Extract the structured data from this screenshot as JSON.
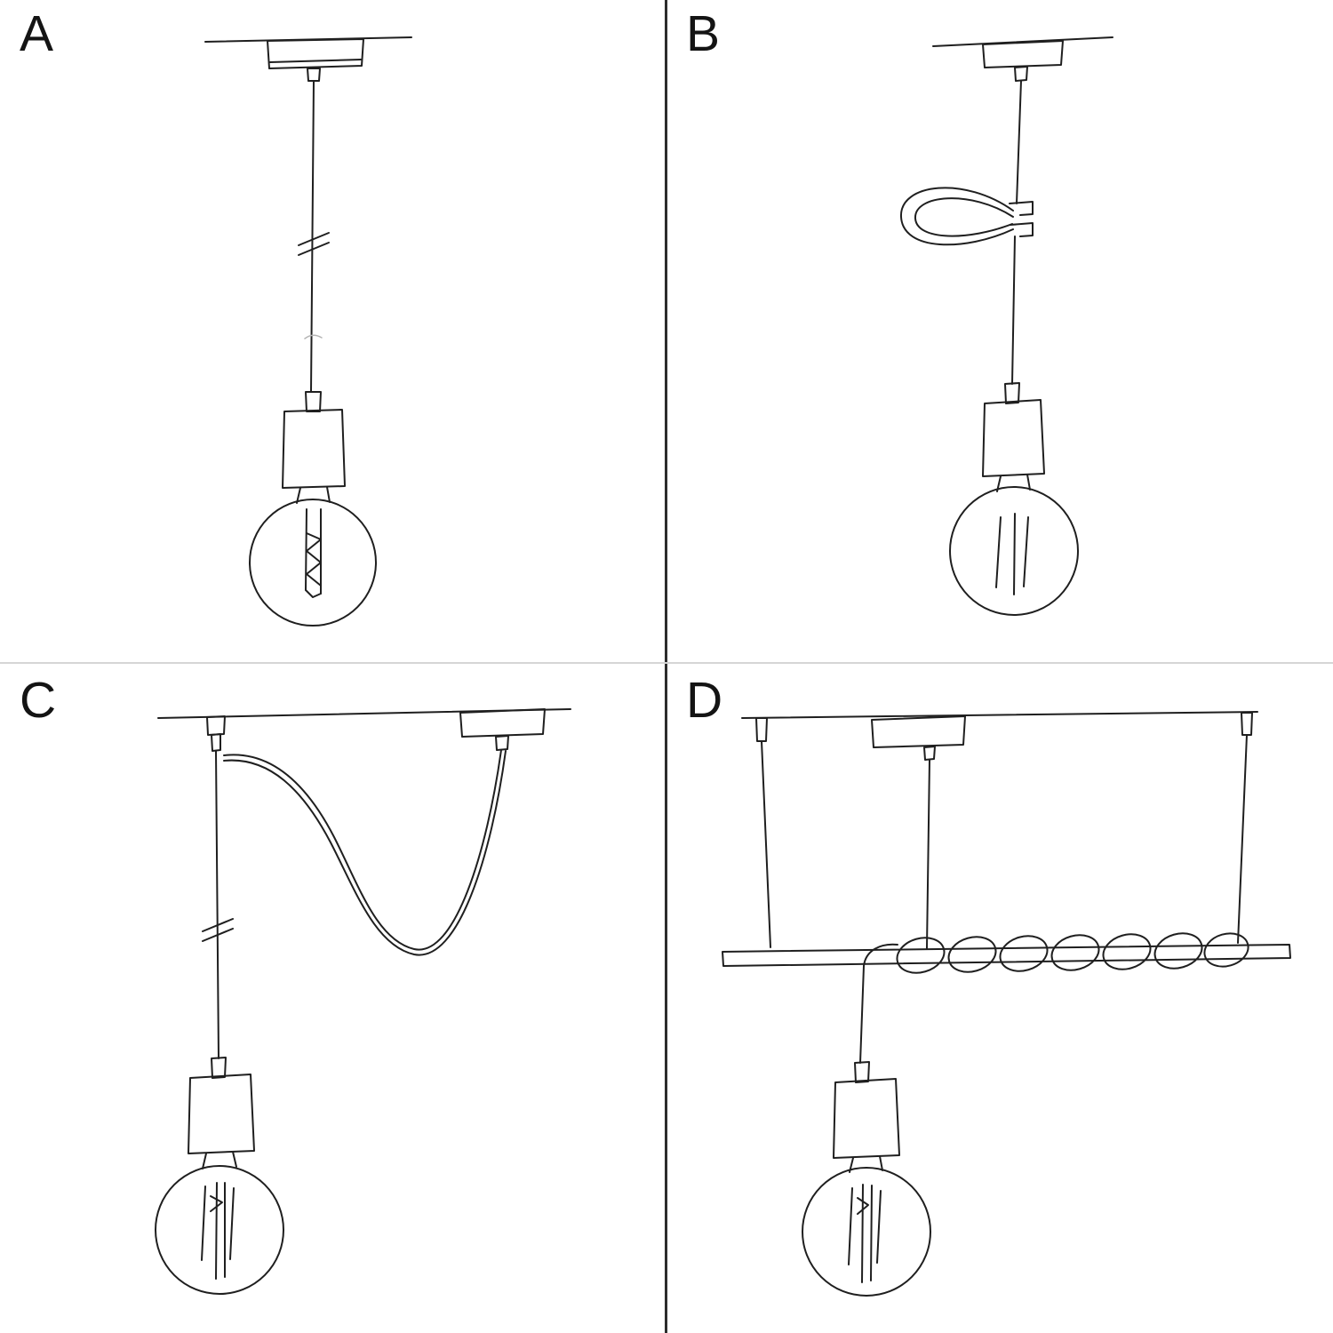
{
  "page": {
    "background": "#ffffff",
    "description": "Four hand-drawn sketches of pendant lamp mounting options arranged in a 2x2 grid"
  },
  "colors": {
    "stroke": "#1f1f1f",
    "faint_stroke": "#b5b5b5",
    "divider_vertical": "#2d2d2d",
    "divider_horizontal": "#d5d5d5",
    "label_text": "#141414"
  },
  "panels": [
    {
      "label": "A",
      "sketch": "pendant-straight-cable-with-ceiling-rose"
    },
    {
      "label": "B",
      "sketch": "pendant-with-fabric-loop-cable-clip"
    },
    {
      "label": "C",
      "sketch": "pendant-swag-cable-with-ceiling-hook"
    },
    {
      "label": "D",
      "sketch": "pendant-cable-wrapped-on-suspended-wooden-bar"
    }
  ]
}
